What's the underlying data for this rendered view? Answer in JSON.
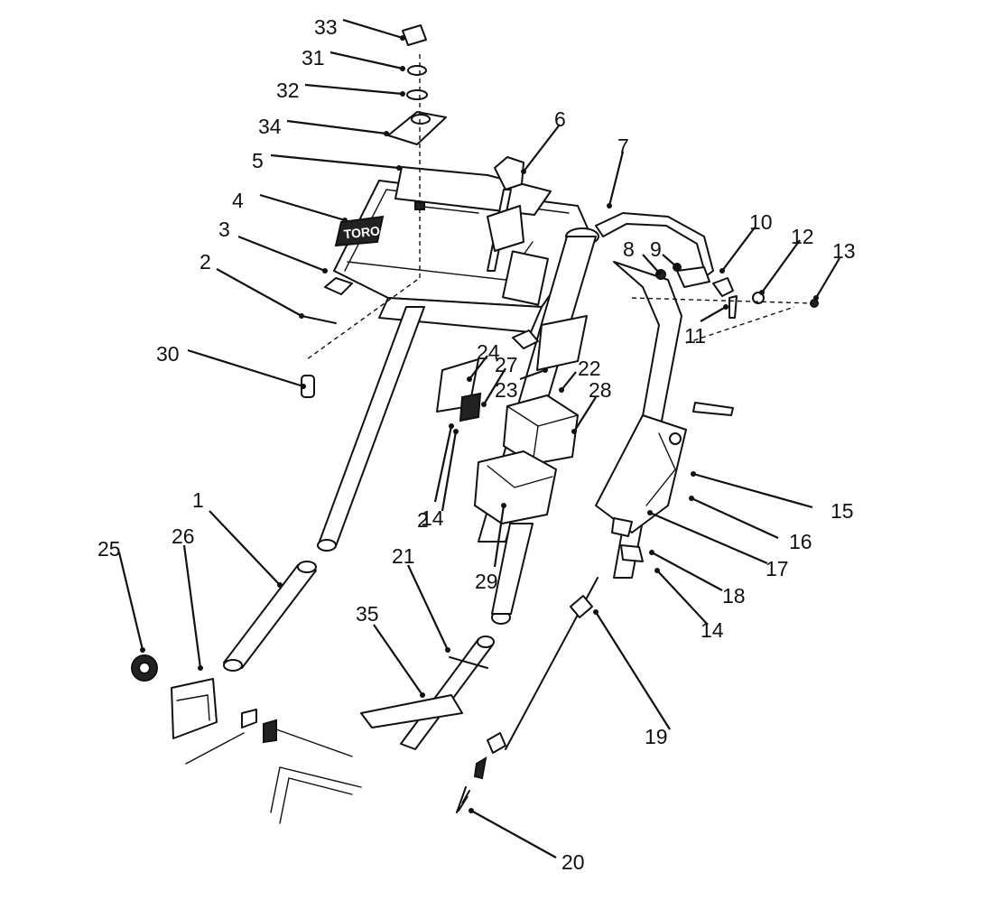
{
  "callouts": [
    "33",
    "31",
    "32",
    "34",
    "5",
    "4",
    "3",
    "2",
    "30",
    "6",
    "7",
    "10",
    "8",
    "9",
    "12",
    "13",
    "11",
    "24",
    "27",
    "22",
    "23",
    "28",
    "14",
    "29",
    "21",
    "35",
    "1",
    "26",
    "25",
    "19",
    "20",
    "15",
    "16",
    "17",
    "18"
  ],
  "logo_text": "TORO"
}
